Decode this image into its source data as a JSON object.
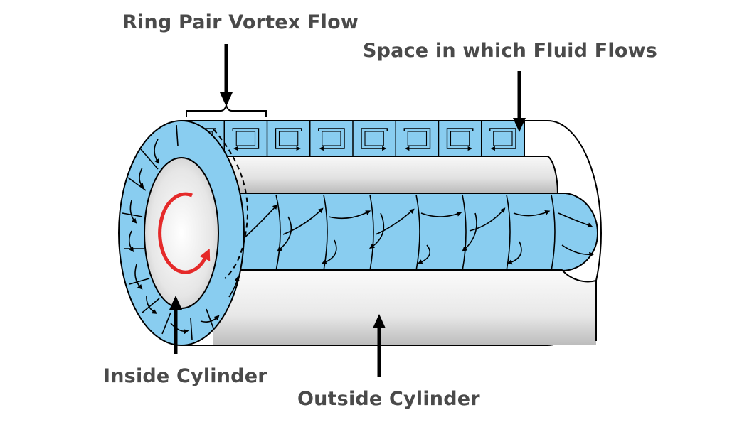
{
  "labels": {
    "ring_pair": "Ring Pair Vortex Flow",
    "space": "Space in which Fluid Flows",
    "inside": "Inside Cylinder",
    "outside": "Outside Cylinder"
  },
  "colors": {
    "fluid": "#89cdf0",
    "cylinder_light": "#f6f6f6",
    "cylinder_dark": "#bdbdbd",
    "rotation": "#e52a2a",
    "outline": "#000000",
    "label_text": "#4a4a4a"
  },
  "vortex_cell_count": 8
}
